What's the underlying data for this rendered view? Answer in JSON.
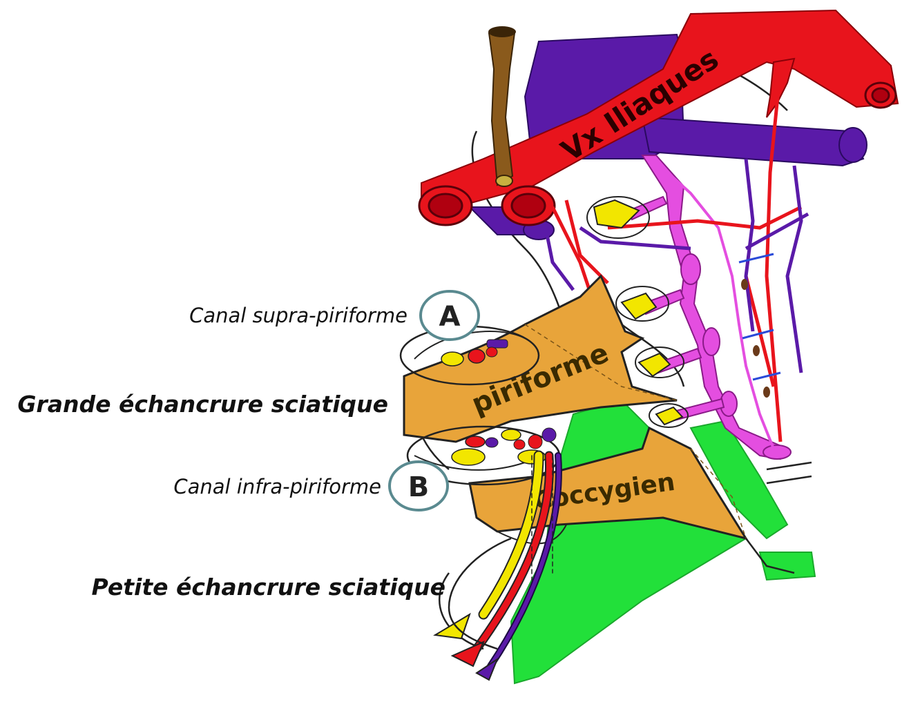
{
  "labels": {
    "canal_supra": "Canal supra-piriforme",
    "grande_echancrure": "Grande échancrure sciatique",
    "canal_infra": "Canal infra-piriforme",
    "petite_echancrure": "Petite échancrure sciatique"
  },
  "badges": {
    "a": "A",
    "b": "B"
  },
  "structures": {
    "iliac_vessels": "Vx Iliaques",
    "piriformis": "piriforme",
    "coccygeus": "Coccygien"
  },
  "colors": {
    "artery": "#e8141c",
    "vein": "#5a1aa8",
    "nerve": "#f2e600",
    "muscle": "#e8a43a",
    "ligament": "#22e03a",
    "sympathetic": "#e44ee0",
    "ureter": "#8a5a1c"
  }
}
